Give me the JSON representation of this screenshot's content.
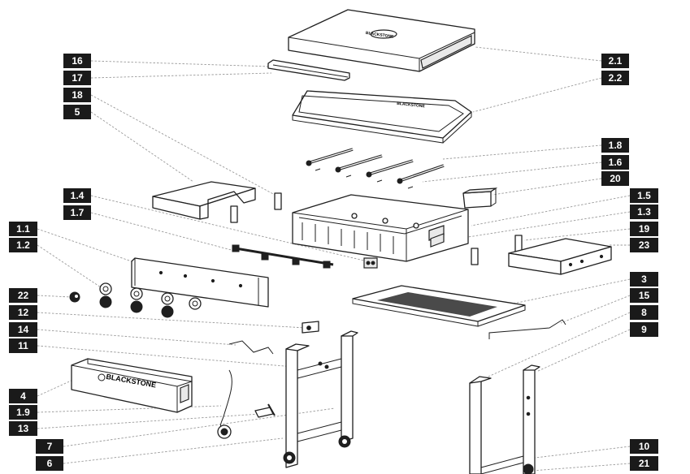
{
  "brand": {
    "lid_text": "BLACKSTONE",
    "griddle_text": "BLACKSTONE",
    "shelf_text": "BLACKSTONE"
  },
  "callouts": {
    "left": [
      "16",
      "17",
      "18",
      "5",
      "1.4",
      "1.7",
      "1.1",
      "1.2",
      "22",
      "12",
      "14",
      "11",
      "4",
      "1.9",
      "13",
      "7",
      "6"
    ],
    "right": [
      "2.1",
      "2.2",
      "1.8",
      "1.6",
      "20",
      "1.5",
      "1.3",
      "19",
      "23",
      "3",
      "15",
      "8",
      "9",
      "10",
      "21"
    ]
  }
}
